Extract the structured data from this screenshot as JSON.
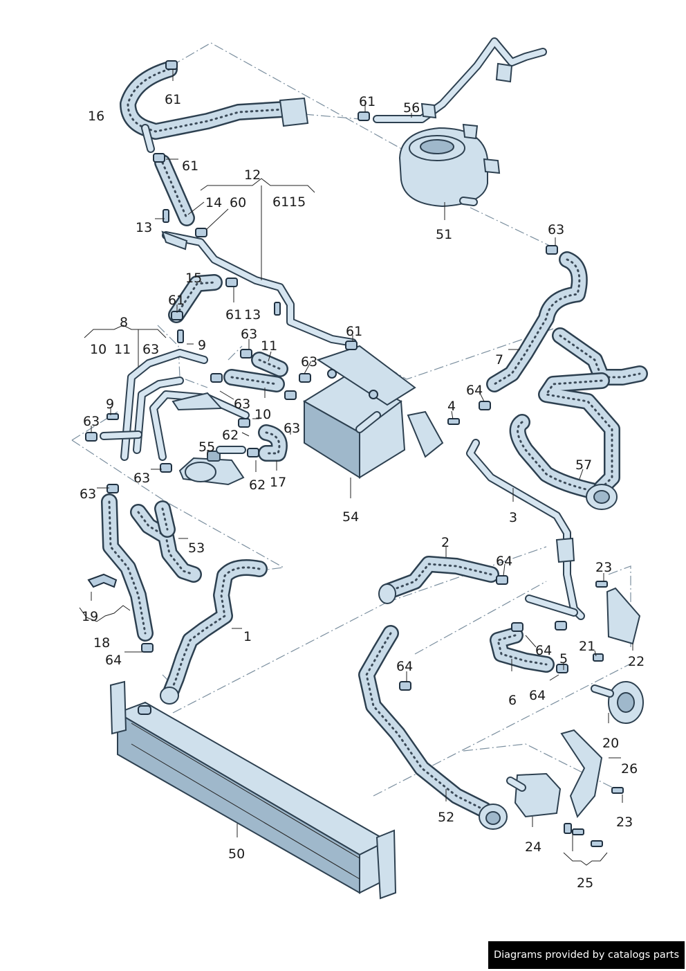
{
  "diagram": {
    "title": "Coolant system hoses and pipes",
    "callouts": {
      "c1": "1",
      "c2": "2",
      "c3": "3",
      "c4": "4",
      "c5": "5",
      "c6": "6",
      "c7": "7",
      "c8": "8",
      "c9a": "9",
      "c9b": "9",
      "c10a": "10",
      "c10b": "10",
      "c11a": "11",
      "c11b": "11",
      "c12": "12",
      "c13a": "13",
      "c13b": "13",
      "c14": "14",
      "c15a": "15",
      "c15b": "15",
      "c16": "16",
      "c17": "17",
      "c18": "18",
      "c19": "19",
      "c20": "20",
      "c21": "21",
      "c22": "22",
      "c23a": "23",
      "c23b": "23",
      "c24": "24",
      "c25": "25",
      "c26": "26",
      "c50": "50",
      "c51": "51",
      "c52": "52",
      "c53": "53",
      "c54": "54",
      "c55": "55",
      "c56": "56",
      "c57": "57",
      "c60": "60",
      "c61a": "61",
      "c61b": "61",
      "c61c": "61",
      "c61d": "61",
      "c61e": "61",
      "c61f": "61",
      "c61g": "61",
      "c62a": "62",
      "c62b": "62",
      "c63a": "63",
      "c63b": "63",
      "c63c": "63",
      "c63d": "63",
      "c63e": "63",
      "c63f": "63",
      "c63g": "63",
      "c63h": "63",
      "c63i": "63",
      "c64a": "64",
      "c64b": "64",
      "c64c": "64",
      "c64d": "64",
      "c64e": "64",
      "c64f": "64"
    }
  },
  "footer": {
    "text": "Diagrams provided by catalogs parts"
  },
  "colors": {
    "part_fill": "#cfe0ec",
    "outline": "#2d4050",
    "footer_bg": "#000000",
    "footer_text": "#ffffff"
  }
}
